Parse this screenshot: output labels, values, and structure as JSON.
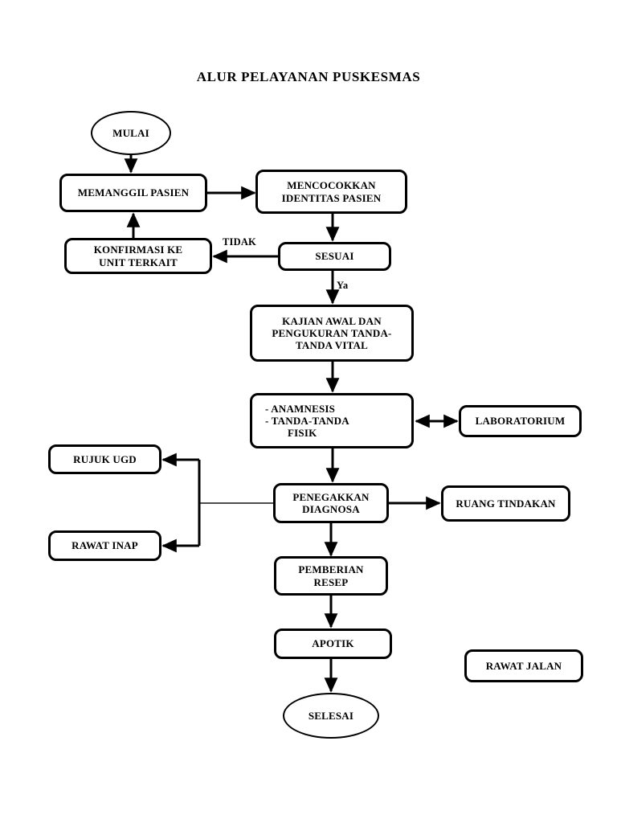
{
  "diagram": {
    "title": "ALUR PELAYANAN PUSKESMAS",
    "nodes": {
      "mulai": {
        "label": "MULAI",
        "shape": "ellipse"
      },
      "memanggil_pasien": {
        "label": "MEMANGGIL PASIEN",
        "shape": "rounded-rect"
      },
      "mencocokkan_identitas": {
        "line1": "MENCOCOKKAN",
        "line2": "IDENTITAS PASIEN",
        "shape": "rounded-rect"
      },
      "konfirmasi_unit": {
        "line1": "KONFIRMASI KE",
        "line2": "UNIT TERKAIT",
        "shape": "rounded-rect"
      },
      "sesuai": {
        "label": "SESUAI",
        "shape": "rounded-rect"
      },
      "kajian_awal": {
        "line1": "KAJIAN AWAL DAN",
        "line2": "PENGUKURAN TANDA-",
        "line3": "TANDA VITAL",
        "shape": "rounded-rect"
      },
      "anamnesis": {
        "line1": "-    ANAMNESIS",
        "line2": "-    TANDA-TANDA",
        "line3": "FISIK",
        "shape": "rounded-rect"
      },
      "laboratorium": {
        "label": "LABORATORIUM",
        "shape": "rounded-rect"
      },
      "penegakkan_diagnosa": {
        "line1": "PENEGAKKAN",
        "line2": "DIAGNOSA",
        "shape": "rounded-rect"
      },
      "rujuk_ugd": {
        "label": "RUJUK UGD",
        "shape": "rounded-rect"
      },
      "rawat_inap": {
        "label": "RAWAT INAP",
        "shape": "rounded-rect"
      },
      "ruang_tindakan": {
        "label": "RUANG TINDAKAN",
        "shape": "rounded-rect"
      },
      "pemberian_resep": {
        "line1": "PEMBERIAN",
        "line2": "RESEP",
        "shape": "rounded-rect"
      },
      "apotik": {
        "label": "APOTIK",
        "shape": "rounded-rect"
      },
      "selesai": {
        "label": "SELESAI",
        "shape": "ellipse"
      },
      "rawat_jalan": {
        "label": "RAWAT JALAN",
        "shape": "rounded-rect"
      }
    },
    "edge_labels": {
      "tidak": "TIDAK",
      "ya": "Ya"
    },
    "colors": {
      "stroke": "#000000",
      "fill": "#ffffff",
      "text": "#000000",
      "thin_connector": "#4d4d4d"
    }
  }
}
